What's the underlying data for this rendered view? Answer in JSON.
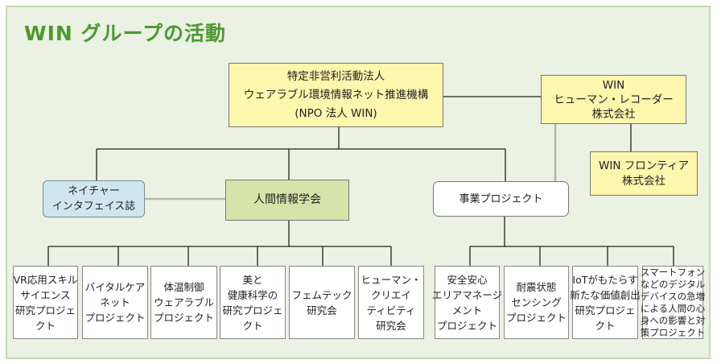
{
  "title": "WIN グループの活動",
  "npo": {
    "lines": [
      "特定非営利活動法人",
      "ウェアラブル環境情報ネット推進機構",
      "(NPO 法人 WIN)"
    ]
  },
  "human_recorder": {
    "lines": [
      "WIN",
      "ヒューマン・レコーダー",
      "株式会社"
    ]
  },
  "frontier": {
    "lines": [
      "WIN フロンティア",
      "株式会社"
    ]
  },
  "nature": {
    "lines": [
      "ネイチャー",
      "インタフェイス誌"
    ]
  },
  "society": {
    "label": "人間情報学会"
  },
  "business": {
    "label": "事業プロジェクト"
  },
  "society_children": [
    {
      "lines": [
        "VR応用スキル",
        "サイエンス",
        "研究プロジェ",
        "クト"
      ]
    },
    {
      "lines": [
        "バイタルケア",
        "ネット",
        "プロジェクト"
      ]
    },
    {
      "lines": [
        "体温制御",
        "ウェアラブル",
        "プロジェクト"
      ]
    },
    {
      "lines": [
        "美と",
        "健康科学の",
        "研究プロジェ",
        "クト"
      ]
    },
    {
      "lines": [
        "フェムテック",
        "研究会"
      ]
    },
    {
      "lines": [
        "ヒューマン・",
        "クリエイ",
        "ティビティ",
        "研究会"
      ]
    }
  ],
  "business_children": [
    {
      "lines": [
        "安全安心",
        "エリアマネージ",
        "メント",
        "プロジェクト"
      ]
    },
    {
      "lines": [
        "耐震状態",
        "センシング",
        "プロジェクト"
      ]
    },
    {
      "lines": [
        "IoTがもたらす",
        "新たな価値創出",
        "研究プロジェ",
        "クト"
      ]
    },
    {
      "lines": [
        "スマートフォン",
        "などのデジタル",
        "デバイスの急増",
        "による人間の心",
        "身への影響と対",
        "策プロジェクト"
      ]
    }
  ],
  "colors": {
    "title": "#4a9a2e",
    "panel": "#ebf1e3",
    "yellow": "#fdf6ad",
    "blue": "#cfe6ef",
    "green": "#d6e4a9"
  }
}
